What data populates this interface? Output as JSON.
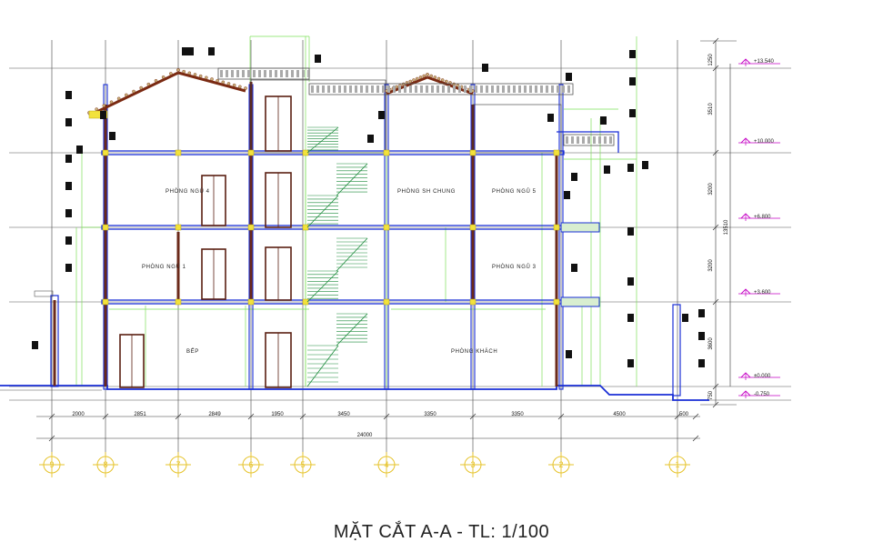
{
  "drawing": {
    "title": "MẶT CẮT A-A - TL: 1/100",
    "rooms": [
      {
        "id": "r1",
        "label": "PHÒNG NGỦ 4"
      },
      {
        "id": "r2",
        "label": "PHÒNG SH CHUNG"
      },
      {
        "id": "r3",
        "label": "PHÒNG NGỦ 5"
      },
      {
        "id": "r4",
        "label": "PHÒNG NGỦ 1"
      },
      {
        "id": "r5",
        "label": "PHÒNG NGỦ 3"
      },
      {
        "id": "r6",
        "label": "BẾP"
      },
      {
        "id": "r7",
        "label": "PHÒNG KHÁCH"
      }
    ],
    "spans": [
      "2000",
      "2851",
      "2849",
      "1950",
      "3450",
      "3350",
      "3350",
      "4500",
      "500"
    ],
    "total_width": "24000",
    "axes": [
      "9",
      "8",
      "7",
      "6",
      "5",
      "4",
      "3",
      "2",
      "1"
    ],
    "levels": [
      "+13.540",
      "+10.000",
      "+6.800",
      "+3.600",
      "±0.000",
      "-0.750"
    ],
    "vertical_dims": [
      "1250",
      "3510",
      "3200",
      "3200",
      "3600",
      "750",
      "13510"
    ],
    "colors": {
      "structure": "#1a2fd6",
      "section": "#6b2a1a",
      "annotation": "#7ee05a",
      "axis": "#e6c32a",
      "level": "#c400c4"
    }
  }
}
